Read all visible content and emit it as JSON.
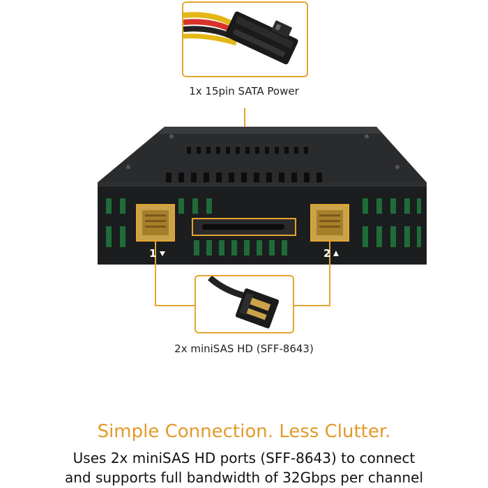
{
  "callouts": {
    "sata_label": "1x 15pin SATA Power",
    "sas_label": "2x miniSAS HD (SFF-8643)"
  },
  "enclosure": {
    "port1_label": "1",
    "port2_label": "2"
  },
  "marketing": {
    "headline": "Simple Connection. Less Clutter.",
    "line1": "Uses 2x miniSAS HD ports (SFF-8643) to connect",
    "line2": "and supports full bandwidth of 32Gbps per channel"
  },
  "colors": {
    "accent": "#e3a52f",
    "headline": "#e39a2a",
    "chassis": "#1c1d1f",
    "pcb": "#1f6b3a",
    "connector_gold": "#c9a24a"
  }
}
